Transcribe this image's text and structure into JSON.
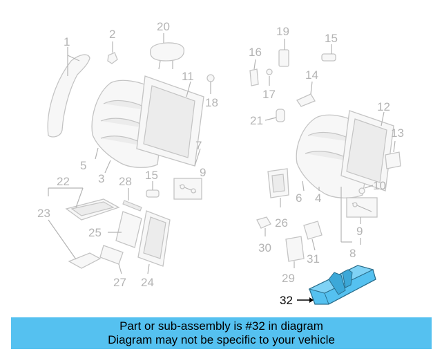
{
  "callouts": {
    "c1": "1",
    "c2": "2",
    "c3": "3",
    "c4": "4",
    "c5": "5",
    "c6": "6",
    "c7": "7",
    "c8": "8",
    "c9a": "9",
    "c9b": "9",
    "c10": "10",
    "c11": "11",
    "c12": "12",
    "c13": "13",
    "c14": "14",
    "c15a": "15",
    "c15b": "15",
    "c16": "16",
    "c17": "17",
    "c18": "18",
    "c19": "19",
    "c20": "20",
    "c21": "21",
    "c22": "22",
    "c23": "23",
    "c24": "24",
    "c25": "25",
    "c26": "26",
    "c27": "27",
    "c28": "28",
    "c29": "29",
    "c30": "30",
    "c31": "31",
    "c32": "32"
  },
  "highlight_color": "#55c1f0",
  "caption": {
    "line1": "Part or sub-assembly is #32 in diagram",
    "line2": "Diagram may not be specific to your vehicle"
  }
}
